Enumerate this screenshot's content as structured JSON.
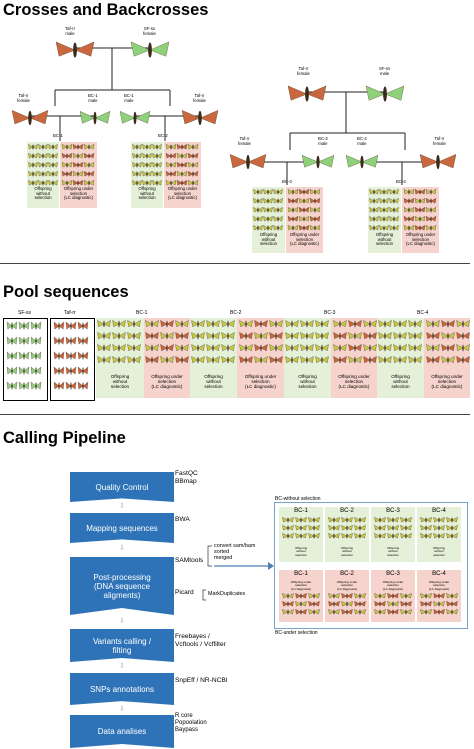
{
  "sections": {
    "crosses_title": "Crosses and Backcrosses",
    "pool_title": "Pool sequences",
    "calling_title": "Calling Pipeline"
  },
  "crosses": {
    "left": {
      "p_tafrr": "Taf-rr\nmale",
      "p_sfss": "SF-ss\nfemale",
      "f_tafrr": "Taf-rr\nfemale",
      "f_bc1a": "BC-1\nmale",
      "f_bc1b": "BC-1\nmale",
      "f_tafrr2": "Taf-rr\nfemale",
      "bc_a": "BC-1",
      "bc_b": "BC-2"
    },
    "right": {
      "p_tafrr": "Taf-rr\nfemale",
      "p_sfss": "SF-ss\nmale",
      "f_tafrr": "Taf-rr\nfemale",
      "f_bc2a": "BC-2\nmale",
      "f_bc2b": "BC-2\nmale",
      "f_tafrr2": "Taf-rr\nfemale",
      "bc_a": "BC-3",
      "bc_b": "BC-4"
    },
    "offspring_without": "Offspring\nwithout\nselection",
    "offspring_under": "Offspring under\nselection\n(LC diagnostic)"
  },
  "pool": {
    "sf": "SF-ss",
    "taf": "Taf-rr",
    "groups": [
      "BC-1",
      "BC-2",
      "BC-3",
      "BC-4"
    ],
    "without": "Offspring\nwithout\nselection",
    "under": "Offspring under\nselection\n(LC diagnostic)"
  },
  "pipeline": {
    "steps": [
      {
        "label": "Quality Control",
        "tools": "FastQC\nBBmap"
      },
      {
        "label": "Mapping sequences",
        "tools": "BWA"
      },
      {
        "label": "Post-processing\n(DNA sequence\naligments)",
        "tools": "SAMtools",
        "tools2": "Picard"
      },
      {
        "label": "Variants calling /\nfilting",
        "tools": "Freebayes /\nVcftools / Vcffilter"
      },
      {
        "label": "SNPs annotations",
        "tools": "SnpEff / NR-NCBI"
      },
      {
        "label": "Data analises",
        "tools": "R core\nPopoolation\nBaypass"
      }
    ],
    "samtools_notes": "convert sam/bam\nsorted\nmerged",
    "picard_note": "MarkDuplicates",
    "bc_without": "BC-without selection",
    "bc_under": "BC-under selection",
    "bc_labels": [
      "BC-1",
      "BC-2",
      "BC-3",
      "BC-4"
    ],
    "panel_without": "Offspring\nwithout\nselection",
    "panel_under": "Offspring under\nselection\n(LC diagnostic)"
  },
  "colors": {
    "tafrr_moth": "#c9673e",
    "sfss_moth": "#8fd07a",
    "offspring_moth": "#c6c84a",
    "green_bg": "#e4f0d8",
    "pink_bg": "#f6d3cd",
    "pipeline_box": "#2e73b8"
  }
}
